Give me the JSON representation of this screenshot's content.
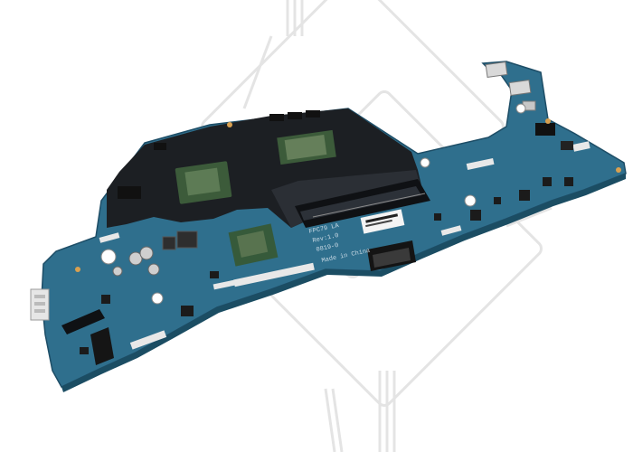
{
  "board": {
    "silkscreen_1": "FPC79 LA",
    "silkscreen_2": "Rev:1.0",
    "silkscreen_3": "0819-0",
    "silkscreen_4": "Made in China"
  },
  "colors": {
    "pcb": "#2f6f8d",
    "pcb_dark": "#245a74",
    "heatsink": "#1b1e22",
    "watermark": "#e6e6e6"
  }
}
